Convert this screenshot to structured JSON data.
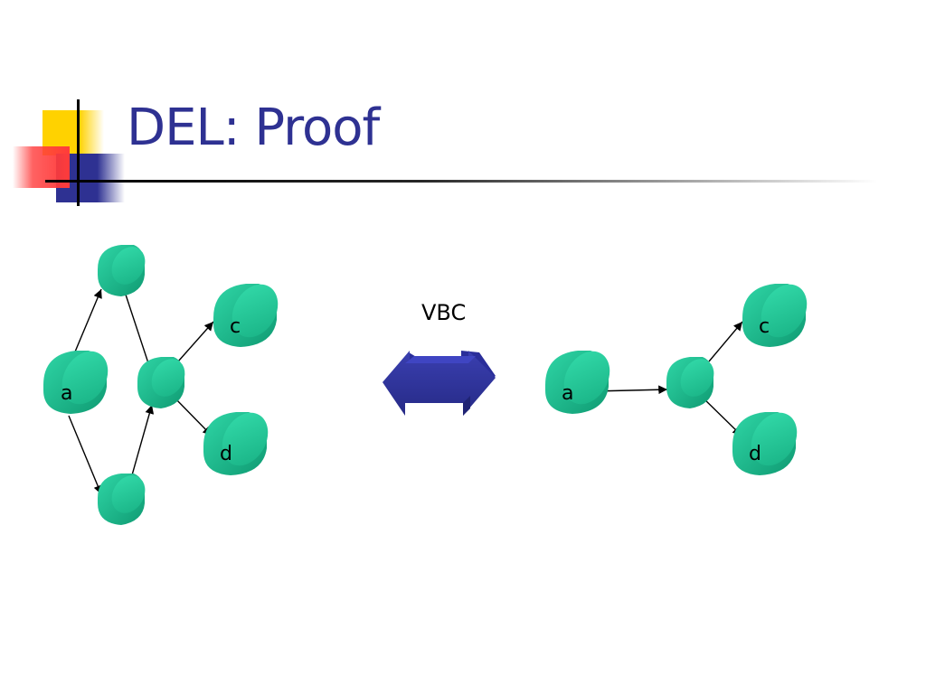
{
  "slide": {
    "title": "DEL: Proof"
  },
  "diagram": {
    "left_graph": {
      "nodes": [
        {
          "id": "a",
          "label": "a"
        },
        {
          "id": "top",
          "label": ""
        },
        {
          "id": "bottom",
          "label": ""
        },
        {
          "id": "mid",
          "label": ""
        },
        {
          "id": "c",
          "label": "c"
        },
        {
          "id": "d",
          "label": "d"
        }
      ],
      "edges": [
        [
          "a",
          "top"
        ],
        [
          "a",
          "bottom"
        ],
        [
          "top",
          "mid"
        ],
        [
          "bottom",
          "mid"
        ],
        [
          "mid",
          "c"
        ],
        [
          "mid",
          "d"
        ]
      ]
    },
    "transform_label": "VBC",
    "right_graph": {
      "nodes": [
        {
          "id": "a",
          "label": "a"
        },
        {
          "id": "mid",
          "label": ""
        },
        {
          "id": "c",
          "label": "c"
        },
        {
          "id": "d",
          "label": "d"
        }
      ],
      "edges": [
        [
          "a",
          "mid"
        ],
        [
          "mid",
          "c"
        ],
        [
          "mid",
          "d"
        ]
      ]
    }
  },
  "colors": {
    "title": "#2e3192",
    "node_fill": "#1fb98b",
    "node_cap": "#22c897",
    "arrow_fill": "#2e3192",
    "deco_yellow": "#ffd200",
    "deco_red": "#ff3b3b",
    "deco_blue": "#2e3192"
  }
}
